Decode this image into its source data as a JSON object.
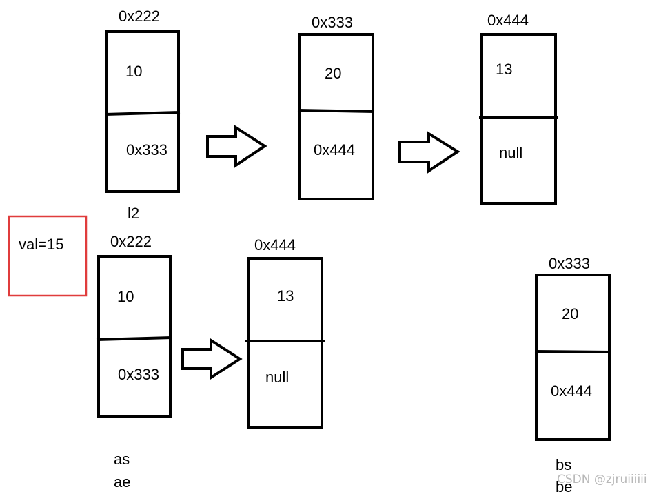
{
  "colors": {
    "stroke": "#000000",
    "highlight": "#e03c3c",
    "watermark": "#b8b8b8",
    "background": "#ffffff"
  },
  "top_row": {
    "node1": {
      "address": "0x222",
      "value": "10",
      "next": "0x333"
    },
    "node2": {
      "address": "0x333",
      "value": "20",
      "next": "0x444"
    },
    "node3": {
      "address": "0x444",
      "value": "13",
      "next": "null"
    },
    "pointer_label": "l2"
  },
  "bottom_row": {
    "val_box": "val=15",
    "list_a": {
      "node1": {
        "address": "0x222",
        "value": "10",
        "next": "0x333"
      },
      "node2": {
        "address": "0x444",
        "value": "13",
        "next": "null"
      },
      "pointer_labels": [
        "as",
        "ae"
      ]
    },
    "list_b": {
      "node1": {
        "address": "0x333",
        "value": "20",
        "next": "0x444"
      },
      "pointer_labels": [
        "bs",
        "be"
      ]
    }
  },
  "watermark": "CSDN @zjruiiiiii"
}
